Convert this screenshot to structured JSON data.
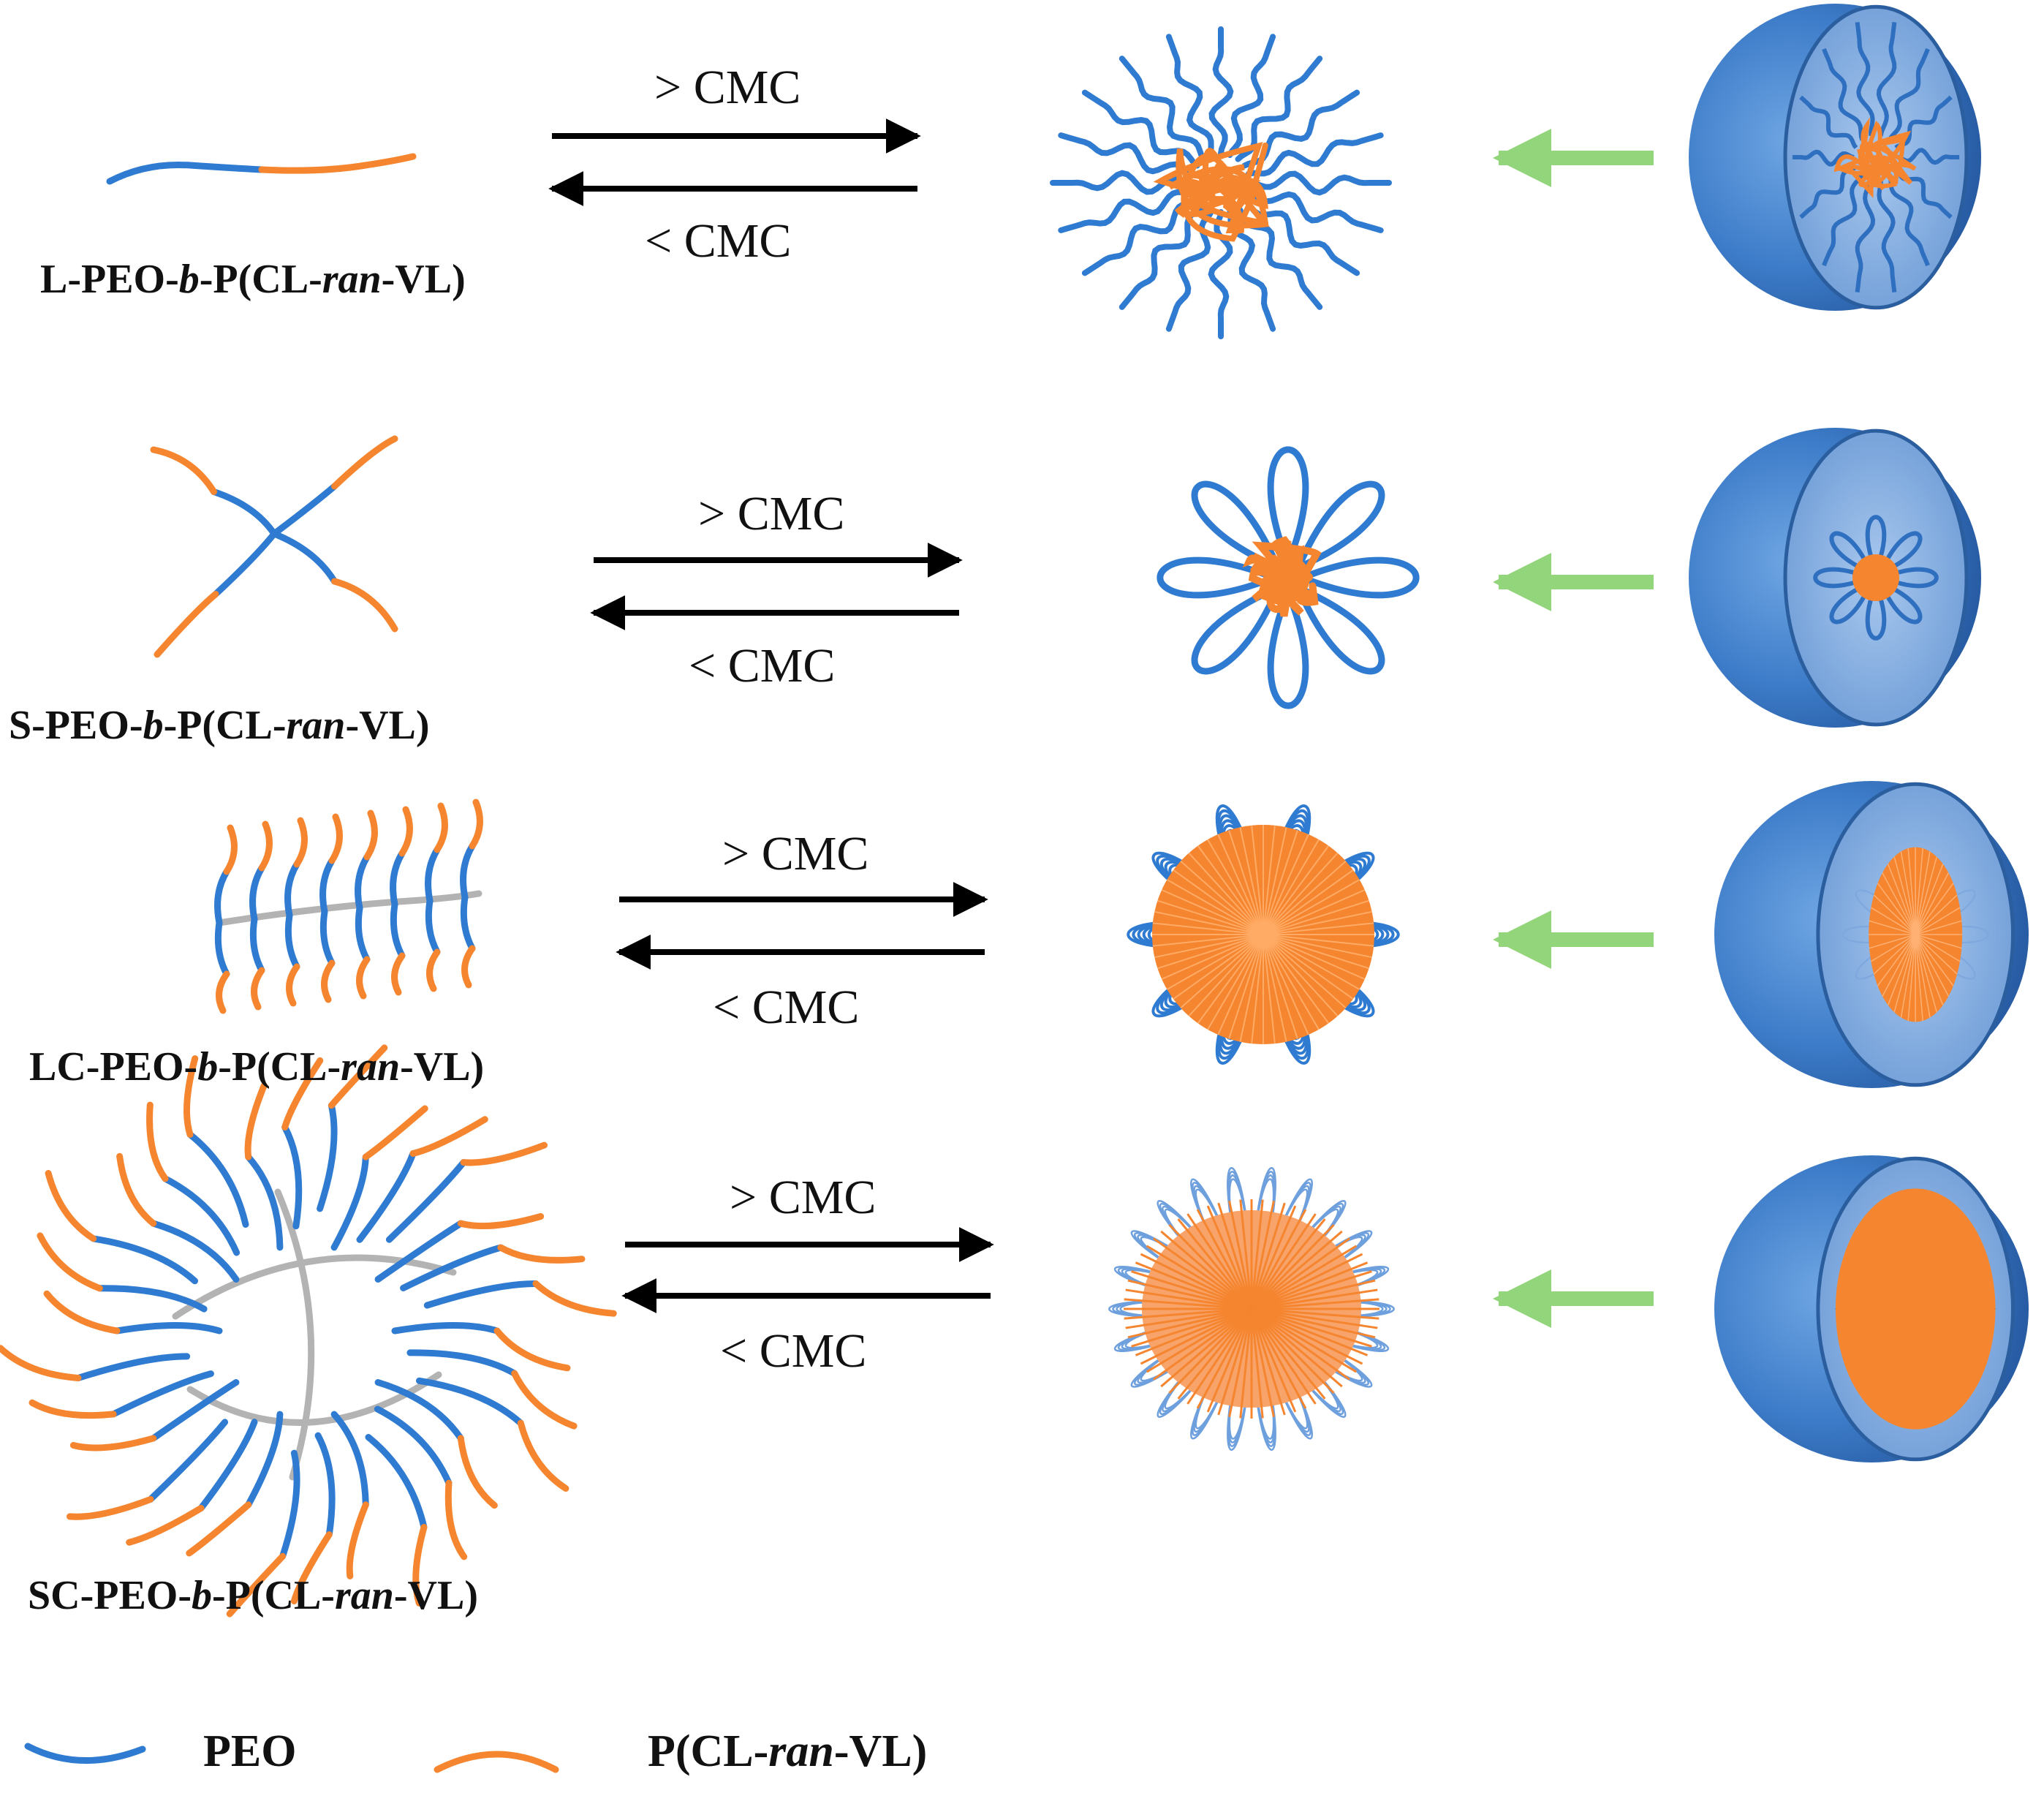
{
  "colors": {
    "peo": "#2f7bd1",
    "pclvl": "#f5852f",
    "backbone": "#b3b3b3",
    "arrow": "#000000",
    "green_arrow": "#92d57a",
    "shell": "#3d7cc9"
  },
  "rows": [
    {
      "architecture": "linear",
      "name": {
        "prefix": "L-PEO-",
        "b": "b",
        "mid": "-P(CL-",
        "ran": "ran",
        "suffix": "-VL)"
      },
      "above": "> CMC",
      "below": "< CMC"
    },
    {
      "architecture": "star",
      "name": {
        "prefix": "S-PEO-",
        "b": "b",
        "mid": "-P(CL-",
        "ran": "ran",
        "suffix": "-VL)"
      },
      "above": "> CMC",
      "below": "< CMC"
    },
    {
      "architecture": "linear-comb",
      "name": {
        "prefix": "LC-PEO-",
        "b": "b",
        "mid": "-P(CL-",
        "ran": "ran",
        "suffix": "-VL)"
      },
      "above": "> CMC",
      "below": "< CMC"
    },
    {
      "architecture": "star-comb",
      "name": {
        "prefix": "SC-PEO-",
        "b": "b",
        "mid": "-P(CL-",
        "ran": "ran",
        "suffix": "-VL)"
      },
      "above": "> CMC",
      "below": "< CMC"
    }
  ],
  "legend": {
    "peo": "PEO",
    "pclvl": {
      "prefix": "P(CL-",
      "ran": "ran",
      "suffix": "-VL)"
    }
  }
}
